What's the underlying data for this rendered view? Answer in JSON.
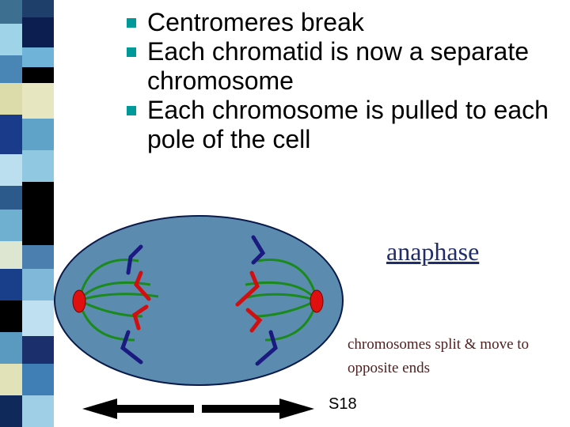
{
  "bullets": [
    {
      "text": "Centromeres break"
    },
    {
      "text": "Each chromatid is now a separate chromosome"
    },
    {
      "text": "Each chromosome is pulled to each pole of the cell"
    }
  ],
  "diagram": {
    "title": "anaphase",
    "caption": "chromosomes split & move to opposite ends"
  },
  "slide_number": "S18",
  "colors": {
    "cell_fill": "#5b8cb0",
    "spindle": "#1a8a1a",
    "chromosome_red": "#d01010",
    "chromosome_blue": "#1a1a80",
    "centriole": "#e01010",
    "bullet": "#009999"
  },
  "icons": [
    "double-arrow-icon"
  ]
}
